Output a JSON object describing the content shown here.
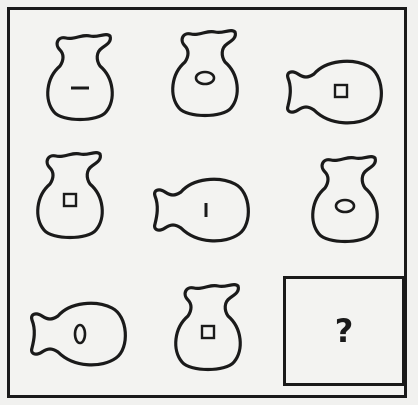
{
  "answer_placeholder": "?",
  "cells": [
    {
      "row": 1,
      "col": 1,
      "shape": "jug-upright",
      "mark": "dash"
    },
    {
      "row": 1,
      "col": 2,
      "shape": "jug-upright",
      "mark": "oval"
    },
    {
      "row": 1,
      "col": 3,
      "shape": "jug-lying",
      "mark": "square"
    },
    {
      "row": 2,
      "col": 1,
      "shape": "jug-upright",
      "mark": "square"
    },
    {
      "row": 2,
      "col": 2,
      "shape": "jug-lying",
      "mark": "bar"
    },
    {
      "row": 2,
      "col": 3,
      "shape": "jug-upright",
      "mark": "oval"
    },
    {
      "row": 3,
      "col": 1,
      "shape": "jug-lying",
      "mark": "zero"
    },
    {
      "row": 3,
      "col": 2,
      "shape": "jug-upright",
      "mark": "square"
    },
    {
      "row": 3,
      "col": 3,
      "shape": "missing",
      "mark": "question"
    }
  ]
}
